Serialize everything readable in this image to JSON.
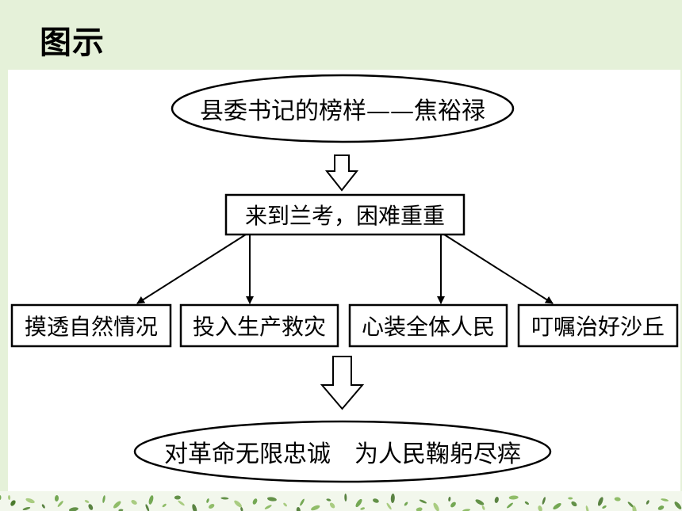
{
  "title": "图示",
  "diagram": {
    "top_node": "县委书记的榜样——焦裕禄",
    "middle_node": "来到兰考，困难重重",
    "branches": [
      "摸透自然情况",
      "投入生产救灾",
      "心装全体人民",
      "叮嘱治好沙丘"
    ],
    "bottom_node": "对革命无限忠诚　为人民鞠躬尽瘁"
  },
  "colors": {
    "background": "#e5f1d9",
    "panel": "#ffffff",
    "stroke": "#000000",
    "foliage": "#5e9a3a"
  }
}
